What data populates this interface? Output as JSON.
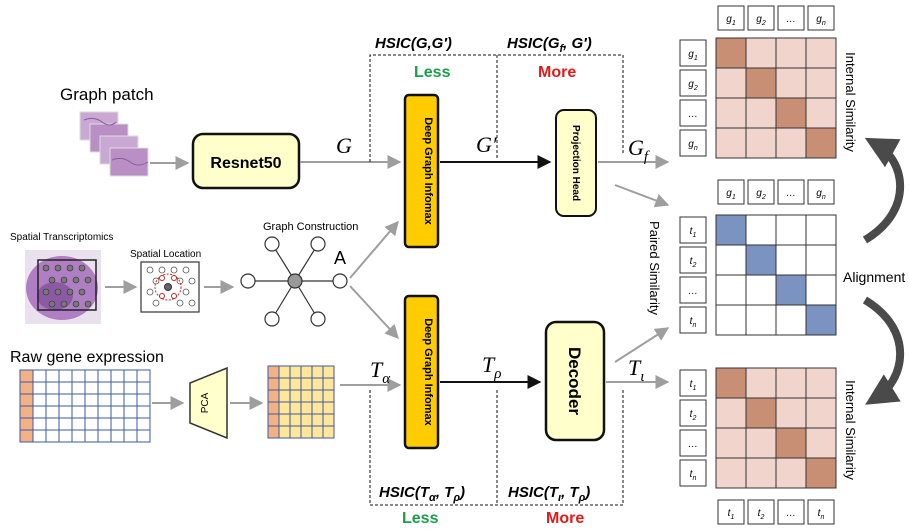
{
  "labels": {
    "graph_patch": "Graph patch",
    "resnet": "Resnet50",
    "g": "G",
    "g_prime": "G′",
    "g_f": "G",
    "g_f_sub": "f",
    "dgi_top": "Deep Graph Infomax",
    "dgi_bottom": "Deep Graph Infomax",
    "projection_head": "Projection Head",
    "decoder": "Decoder",
    "spatial_transcriptomics": "Spatial Transcriptomics",
    "spatial_location": "Spatial Location",
    "graph_construction": "Graph Construction",
    "adjacency": "A",
    "raw_gene_expression": "Raw gene expression",
    "pca": "PCA",
    "t": "T",
    "t_alpha_sub": "α",
    "t_rho_sub": "ρ",
    "t_iota_sub": "ι",
    "internal_similarity_top": "Internal Similarity",
    "internal_similarity_bottom": "Internal Similarity",
    "paired_similarity": "Paired Similarity",
    "alignment": "Alignment"
  },
  "hsic": {
    "top_left": "HSIC(G,G′)",
    "top_left_word": "Less",
    "top_right": "HSIC(G",
    "top_right_tail": ", G′)",
    "top_right_sub": "f",
    "top_right_word": "More",
    "bottom_left": "HSIC(T",
    "bottom_left_sub1": "α",
    "bottom_left_mid": ", T",
    "bottom_left_sub2": "ρ",
    "bottom_left_close": ")",
    "bottom_left_word": "Less",
    "bottom_right": "HSIC(T",
    "bottom_right_sub1": "ι",
    "bottom_right_mid": ", T",
    "bottom_right_sub2": "ρ",
    "bottom_right_close": ")",
    "bottom_right_word": "More"
  },
  "matrices": {
    "g_labels": [
      "g",
      "g",
      "…",
      "g"
    ],
    "g_subs": [
      "1",
      "2",
      "",
      "n"
    ],
    "t_labels": [
      "t",
      "t",
      "…",
      "t"
    ],
    "t_subs": [
      "1",
      "2",
      "",
      "n"
    ]
  },
  "colors": {
    "less": "#1a9e4a",
    "more": "#e11a1a",
    "dgi_fill": "#ffcc00",
    "block_fill": "#ffffcc",
    "diag_brown": "#c98f74",
    "off_pink": "#f1d5cc",
    "diag_blue": "#7b93c0",
    "arrow_gray": "#9e9e9e"
  }
}
